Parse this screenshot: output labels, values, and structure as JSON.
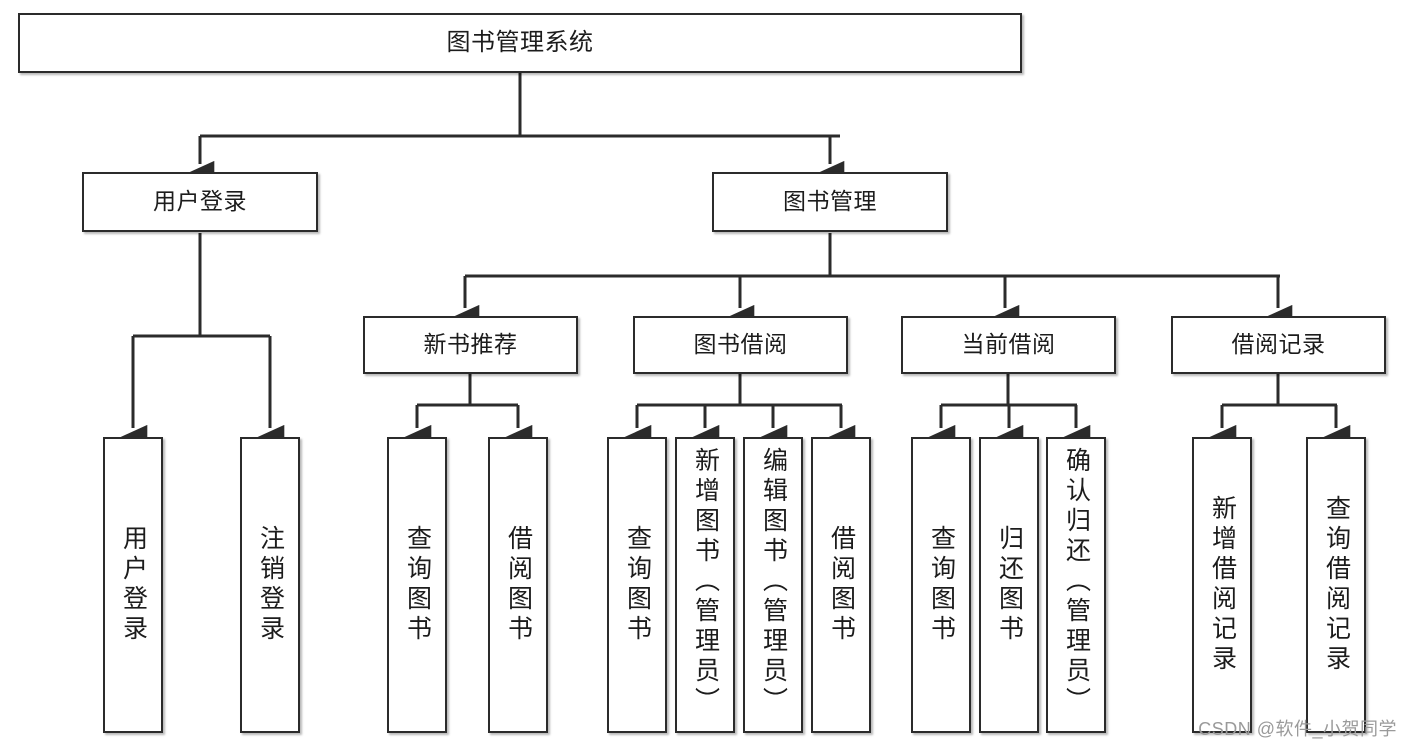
{
  "diagram": {
    "title": "图书管理系统",
    "type": "tree-hierarchy-chart",
    "colors": {
      "node_border": "#2b2b2b",
      "node_fill": "#ffffff",
      "edge": "#2b2b2b",
      "text": "#1c1c1c",
      "watermark": "#9a9a9a",
      "background": "#ffffff"
    },
    "root": {
      "id": "root",
      "label": "图书管理系统"
    },
    "level2": [
      {
        "id": "user-login",
        "label": "用户登录"
      },
      {
        "id": "book-management",
        "label": "图书管理"
      }
    ],
    "level3": [
      {
        "id": "new-book-recommend",
        "label": "新书推荐"
      },
      {
        "id": "book-borrow",
        "label": "图书借阅"
      },
      {
        "id": "current-borrow",
        "label": "当前借阅"
      },
      {
        "id": "borrow-record",
        "label": "借阅记录"
      }
    ],
    "leaves": {
      "user_login": [
        {
          "id": "leaf-user-login",
          "label": "用户登录"
        },
        {
          "id": "leaf-logout-login",
          "label": "注销登录"
        }
      ],
      "new_book_recommend": [
        {
          "id": "leaf-query-book-1",
          "label": "查询图书"
        },
        {
          "id": "leaf-borrow-book-1",
          "label": "借阅图书"
        }
      ],
      "book_borrow": [
        {
          "id": "leaf-query-book-2",
          "label": "查询图书"
        },
        {
          "id": "leaf-add-book",
          "label": "新增图书（管理员）"
        },
        {
          "id": "leaf-edit-book",
          "label": "编辑图书（管理员）"
        },
        {
          "id": "leaf-borrow-book-2",
          "label": "借阅图书"
        }
      ],
      "current_borrow": [
        {
          "id": "leaf-query-book-3",
          "label": "查询图书"
        },
        {
          "id": "leaf-return-book",
          "label": "归还图书"
        },
        {
          "id": "leaf-confirm-return",
          "label": "确认归还（管理员）"
        }
      ],
      "borrow_record": [
        {
          "id": "leaf-add-record",
          "label": "新增借阅记录"
        },
        {
          "id": "leaf-query-record",
          "label": "查询借阅记录"
        }
      ]
    }
  },
  "watermark": {
    "text": "CSDN @软件_小贺同学"
  }
}
